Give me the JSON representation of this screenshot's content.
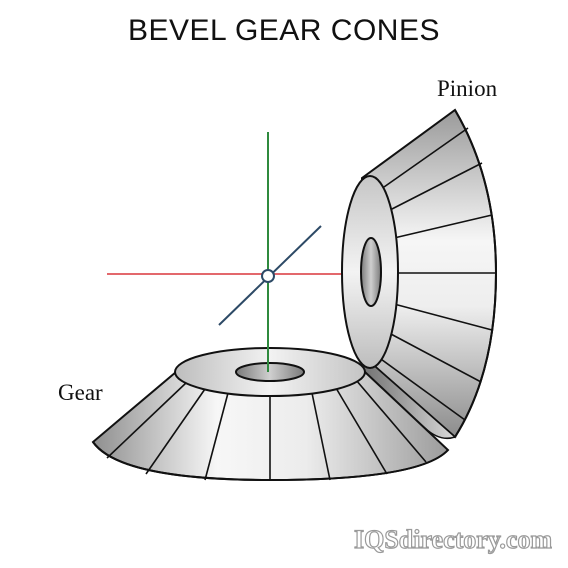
{
  "title": "BEVEL GEAR CONES",
  "labels": {
    "pinion": "Pinion",
    "gear": "Gear"
  },
  "watermark": {
    "text": "IQSdirectory.com"
  },
  "colors": {
    "axis_horizontal": "#e3686c",
    "axis_vertical": "#2f8a3e",
    "axis_diagonal": "#2d4a66",
    "cone_outline": "#111111",
    "cone_fill_light": "#f4f4f4",
    "cone_fill_dark": "#9a9a9a"
  }
}
